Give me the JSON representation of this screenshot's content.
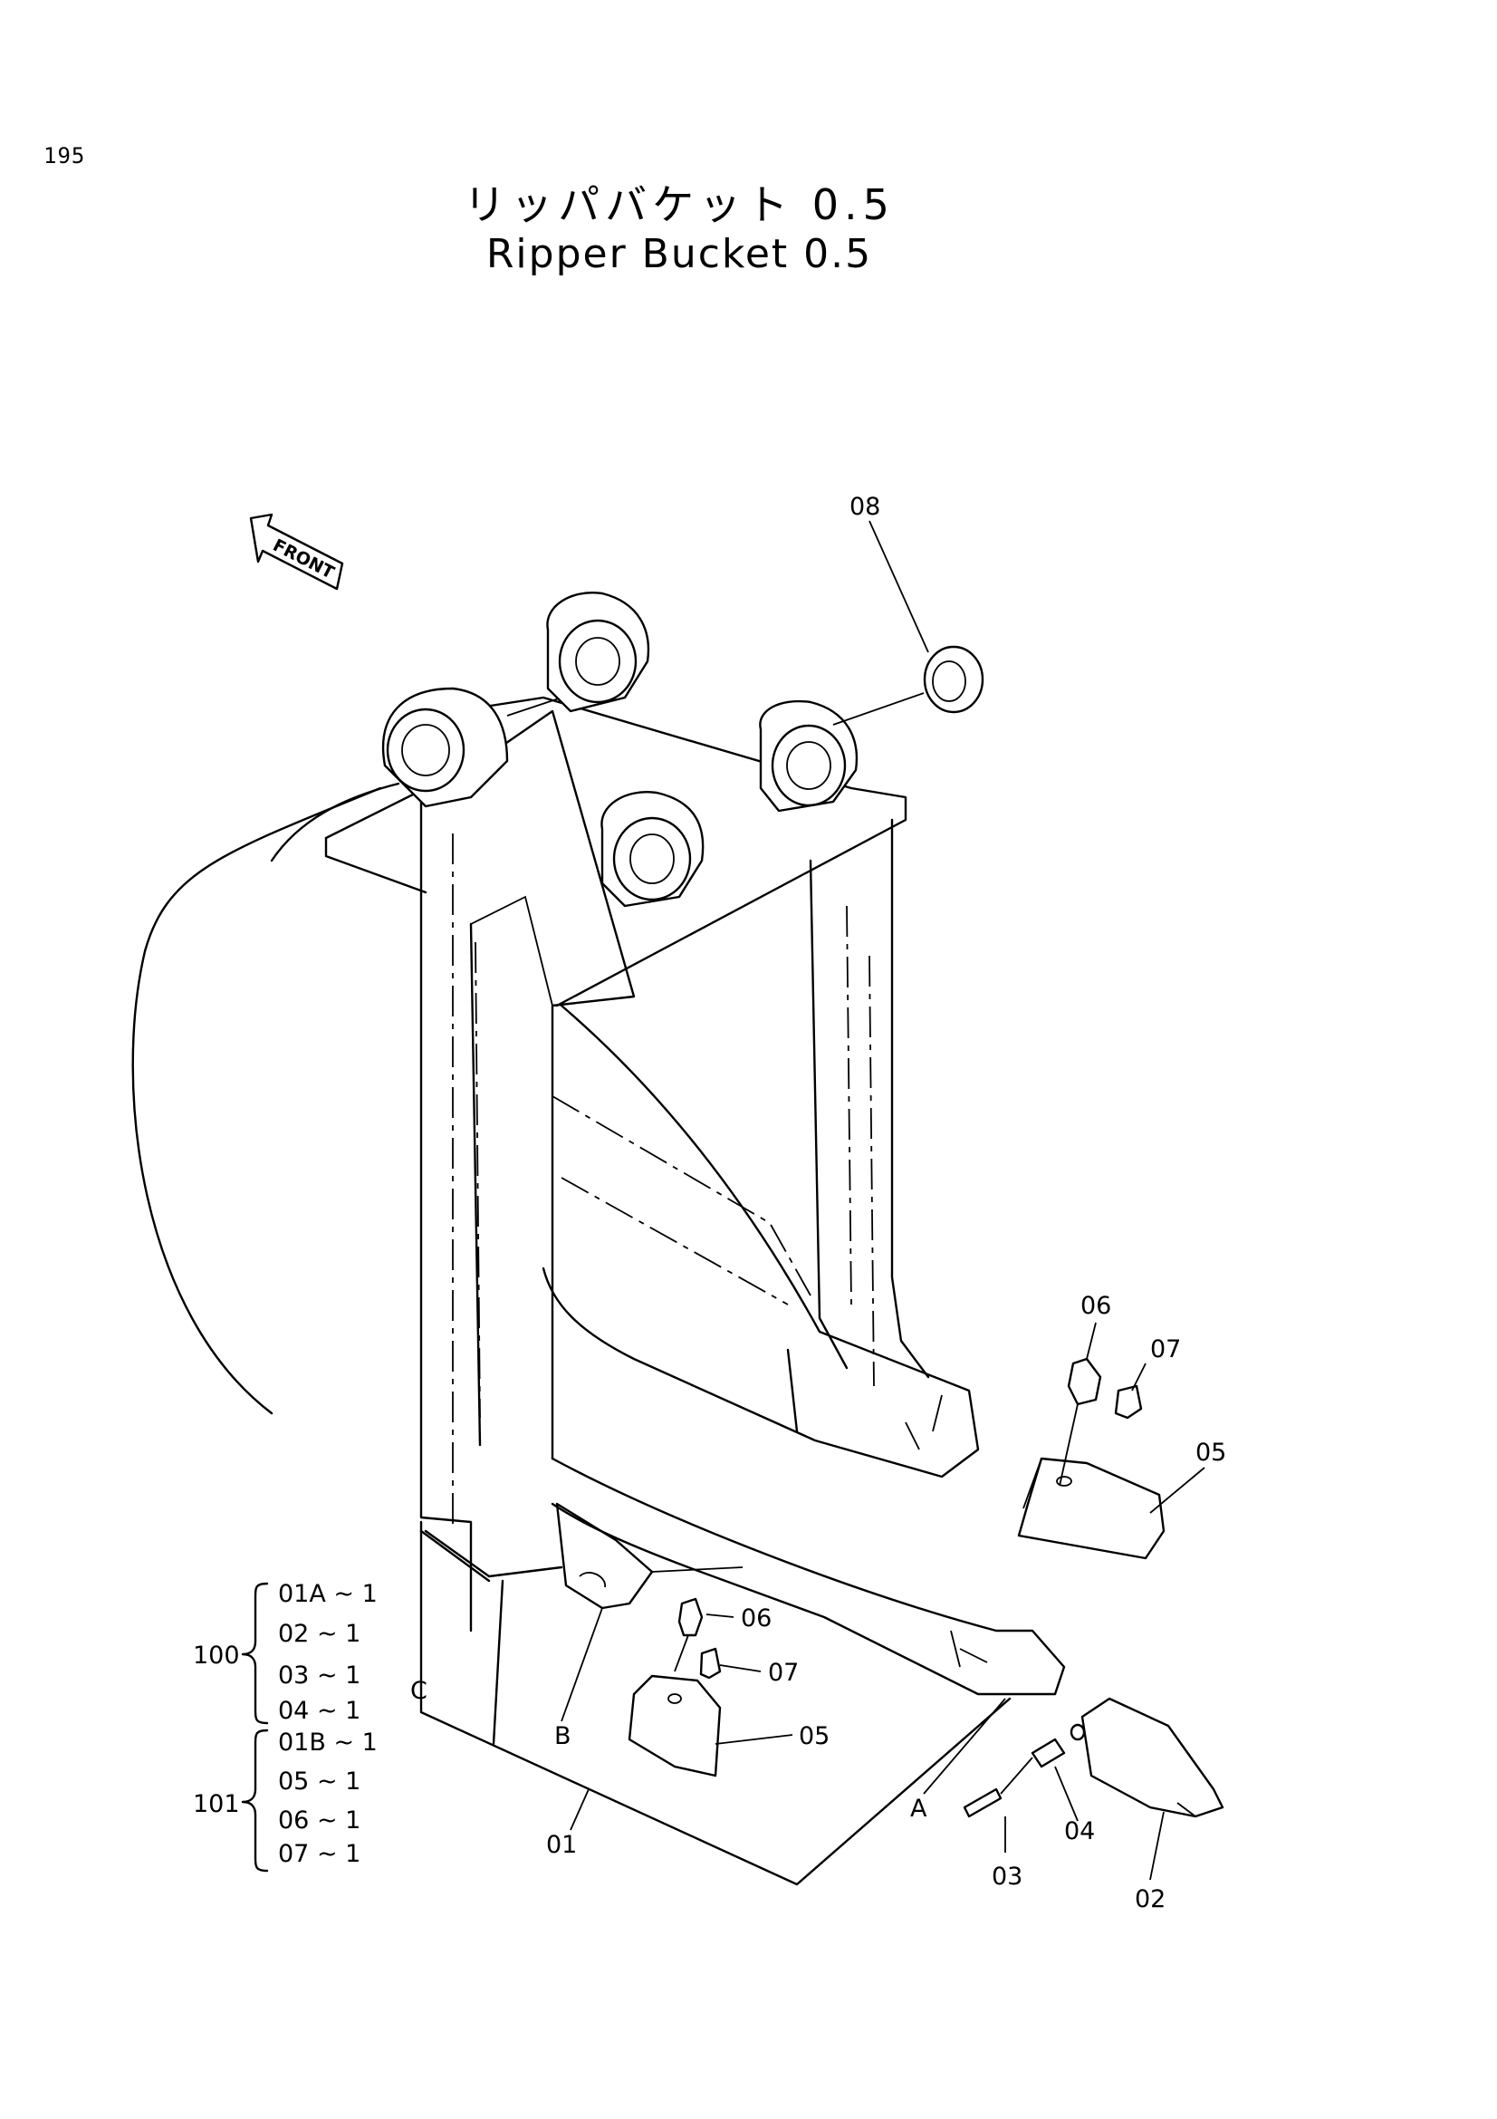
{
  "page_number": "195",
  "title_jp": "リッパバケット 0.5",
  "title_en": "Ripper Bucket 0.5",
  "front_label": "FRONT",
  "callouts": {
    "p08": "08",
    "p06a": "06",
    "p07a": "07",
    "p05a": "05",
    "p06b": "06",
    "p07b": "07",
    "p05b": "05",
    "p01": "01",
    "p02": "02",
    "p03": "03",
    "p04": "04",
    "ref_a": "A",
    "ref_b": "B",
    "ref_c": "C"
  },
  "sets": {
    "s100": {
      "number": "100",
      "items": [
        "01A ~ 1",
        "02 ~ 1",
        "03 ~ 1",
        "04 ~ 1"
      ]
    },
    "s101": {
      "number": "101",
      "items": [
        "01B ~ 1",
        "05 ~ 1",
        "06 ~ 1",
        "07 ~ 1"
      ]
    }
  }
}
